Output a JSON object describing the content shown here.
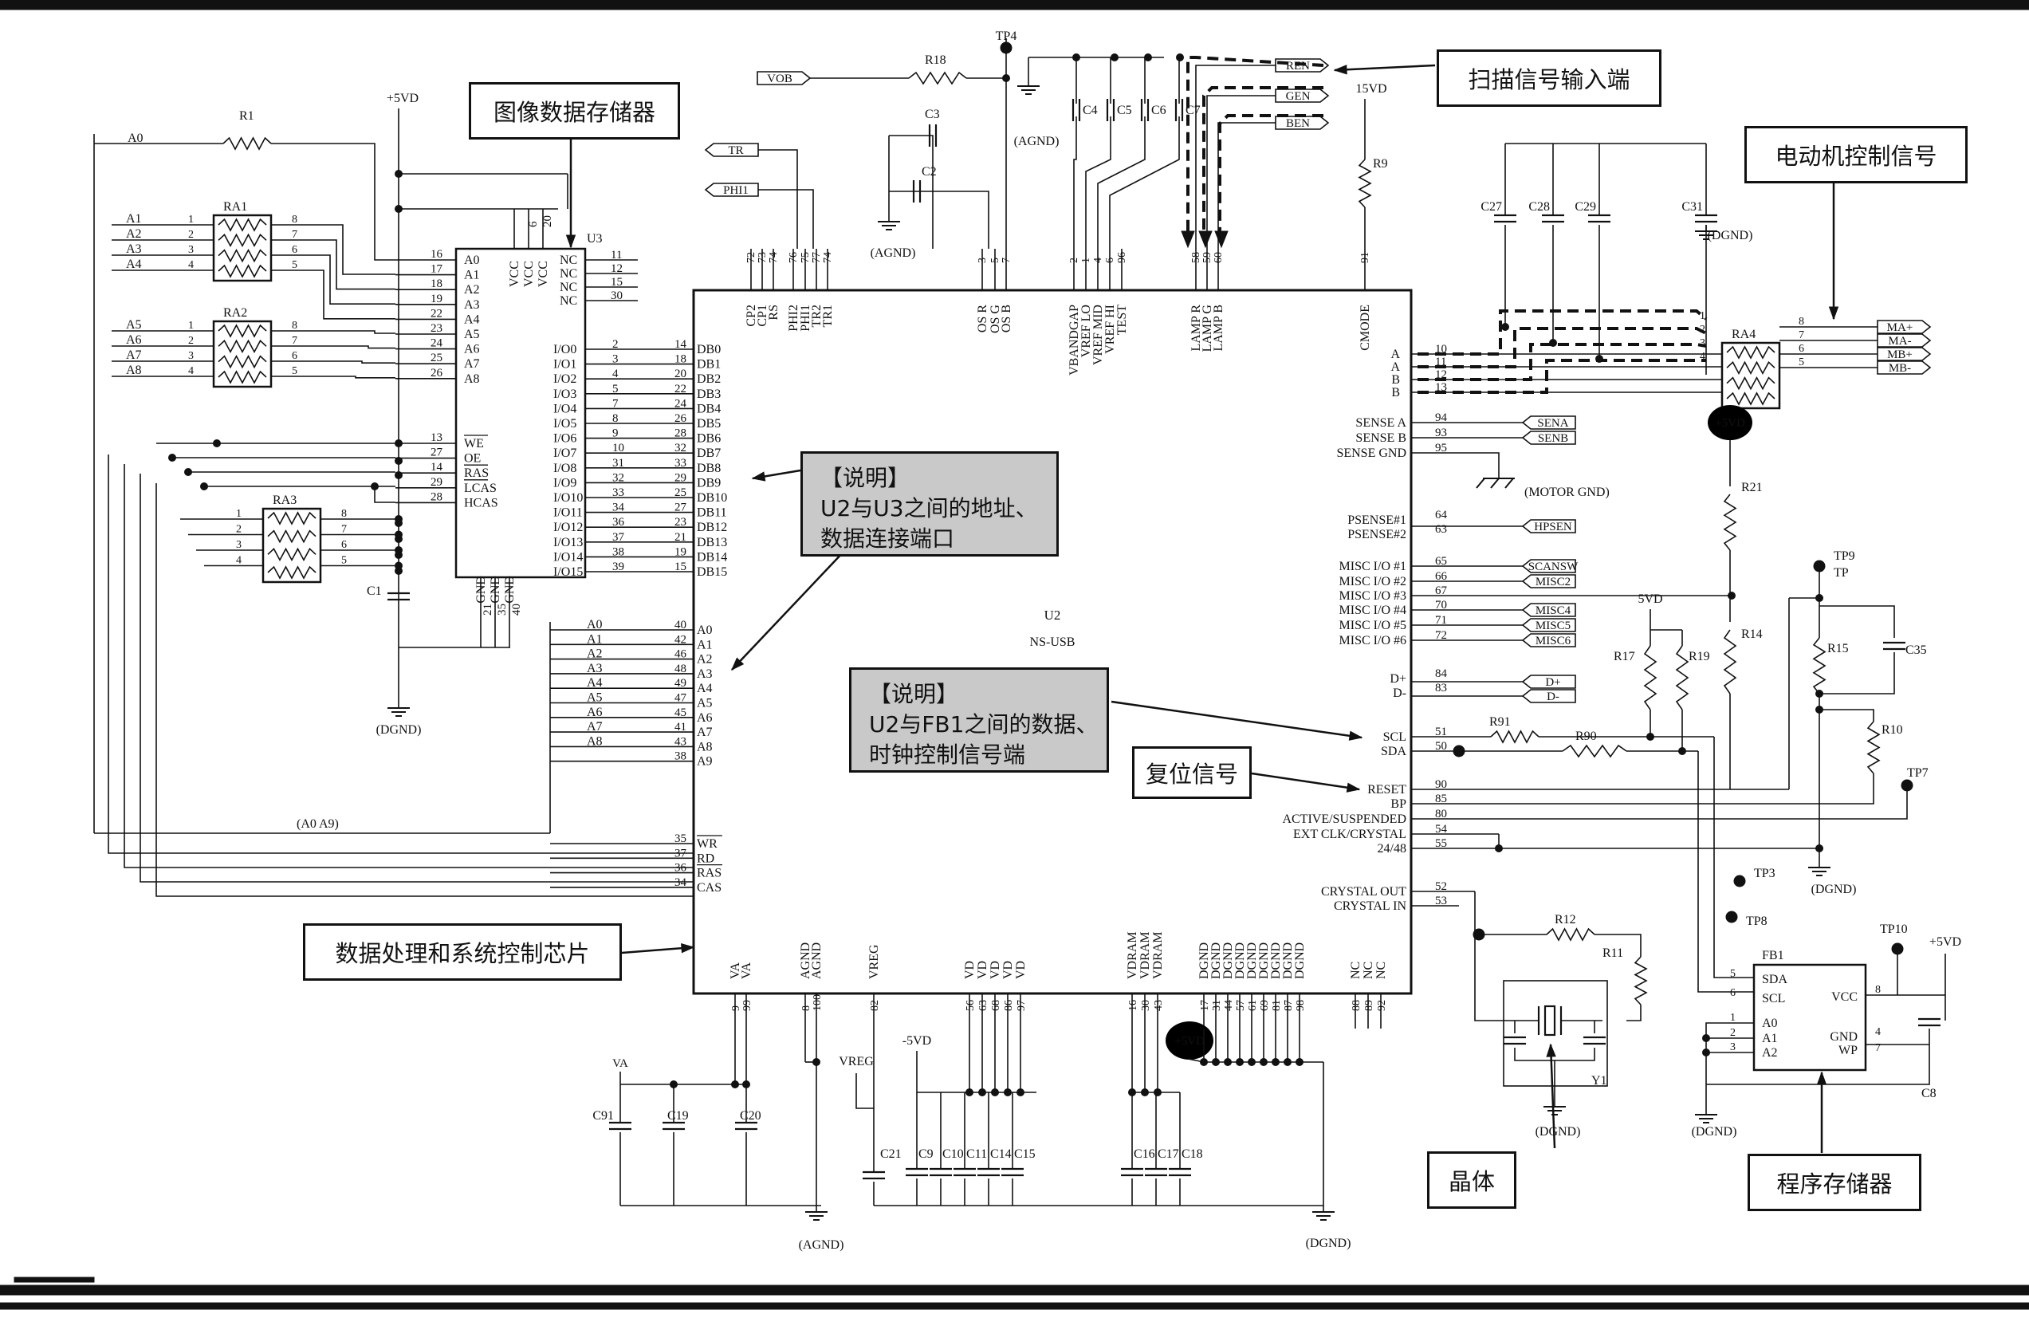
{
  "chips": {
    "u2": {
      "ref": "U2",
      "part": "NS-USB"
    },
    "u3": {
      "ref": "U3"
    },
    "fb1": {
      "ref": "FB1"
    },
    "y1": {
      "ref": "Y1"
    }
  },
  "callouts": {
    "image_memory": "图像数据存储器",
    "scan_input": "扫描信号输入端",
    "motor_ctrl": "电动机控制信号",
    "data_chip": "数据处理和系统控制芯片",
    "reset_signal": "复位信号",
    "crystal": "晶体",
    "program_memory": "程序存储器"
  },
  "notes": {
    "note1": {
      "title": "【说明】",
      "line1": "U2与U3之间的地址、",
      "line2": "数据连接端口"
    },
    "note2": {
      "title": "【说明】",
      "line1": "U2与FB1之间的数据、",
      "line2": "时钟控制信号端"
    }
  },
  "power": {
    "p5vd": "+5VD",
    "p15vd": "15VD",
    "p5vd_b": "5VD",
    "m5vd": "-5VD",
    "dgnd": "(DGND)",
    "agnd": "(AGND)",
    "motor_gnd": "(MOTOR GND)",
    "va": "VA",
    "vreg": "VREG",
    "tp": "TP"
  },
  "colors": {
    "ink": "#111111",
    "note_bg": "#c9c9c9",
    "paper": "#ffffff"
  },
  "u3_left_pins": [
    {
      "num": "16",
      "name": "A0"
    },
    {
      "num": "17",
      "name": "A1"
    },
    {
      "num": "18",
      "name": "A2"
    },
    {
      "num": "19",
      "name": "A3"
    },
    {
      "num": "22",
      "name": "A4"
    },
    {
      "num": "23",
      "name": "A5"
    },
    {
      "num": "24",
      "name": "A6"
    },
    {
      "num": "25",
      "name": "A7"
    },
    {
      "num": "26",
      "name": "A8"
    },
    {
      "num": "13",
      "name": "WE"
    },
    {
      "num": "27",
      "name": "OE"
    },
    {
      "num": "14",
      "name": "RAS"
    },
    {
      "num": "29",
      "name": "LCAS"
    },
    {
      "num": "28",
      "name": "HCAS"
    }
  ],
  "u3_io_pins": [
    {
      "name": "I/O0",
      "num": "2"
    },
    {
      "name": "I/O1",
      "num": "3"
    },
    {
      "name": "I/O2",
      "num": "4"
    },
    {
      "name": "I/O3",
      "num": "5"
    },
    {
      "name": "I/O4",
      "num": "7"
    },
    {
      "name": "I/O5",
      "num": "8"
    },
    {
      "name": "I/O6",
      "num": "9"
    },
    {
      "name": "I/O7",
      "num": "10"
    },
    {
      "name": "I/O8",
      "num": "31"
    },
    {
      "name": "I/O9",
      "num": "32"
    },
    {
      "name": "I/O10",
      "num": "33"
    },
    {
      "name": "I/O11",
      "num": "34"
    },
    {
      "name": "I/O12",
      "num": "36"
    },
    {
      "name": "I/O13",
      "num": "37"
    },
    {
      "name": "I/O14",
      "num": "38"
    },
    {
      "name": "I/O15",
      "num": "39"
    }
  ],
  "u3_nc_pins": [
    {
      "name": "NC",
      "num": "11"
    },
    {
      "name": "NC",
      "num": "12"
    },
    {
      "name": "NC",
      "num": "15"
    },
    {
      "name": "NC",
      "num": "30"
    }
  ],
  "u3_top_pins": [
    {
      "name": "VCC",
      "num": ""
    },
    {
      "name": "VCC",
      "num": "6"
    },
    {
      "name": "VCC",
      "num": "20"
    }
  ],
  "u3_gnd_pins": [
    {
      "name": "GND",
      "num": "21"
    },
    {
      "name": "GND",
      "num": "35"
    },
    {
      "name": "GND",
      "num": "40"
    }
  ],
  "u2_db_pins": [
    {
      "num": "14",
      "name": "DB0"
    },
    {
      "num": "18",
      "name": "DB1"
    },
    {
      "num": "20",
      "name": "DB2"
    },
    {
      "num": "22",
      "name": "DB3"
    },
    {
      "num": "24",
      "name": "DB4"
    },
    {
      "num": "26",
      "name": "DB5"
    },
    {
      "num": "28",
      "name": "DB6"
    },
    {
      "num": "32",
      "name": "DB7"
    },
    {
      "num": "33",
      "name": "DB8"
    },
    {
      "num": "29",
      "name": "DB9"
    },
    {
      "num": "25",
      "name": "DB10"
    },
    {
      "num": "27",
      "name": "DB11"
    },
    {
      "num": "23",
      "name": "DB12"
    },
    {
      "num": "21",
      "name": "DB13"
    },
    {
      "num": "19",
      "name": "DB14"
    },
    {
      "num": "15",
      "name": "DB15"
    }
  ],
  "u2_a_pins": [
    {
      "net": "A0",
      "num": "40",
      "name": "A0"
    },
    {
      "net": "A1",
      "num": "42",
      "name": "A1"
    },
    {
      "net": "A2",
      "num": "46",
      "name": "A2"
    },
    {
      "net": "A3",
      "num": "48",
      "name": "A3"
    },
    {
      "net": "A4",
      "num": "49",
      "name": "A4"
    },
    {
      "net": "A5",
      "num": "47",
      "name": "A5"
    },
    {
      "net": "A6",
      "num": "45",
      "name": "A6"
    },
    {
      "net": "A7",
      "num": "41",
      "name": "A7"
    },
    {
      "net": "A8",
      "num": "43",
      "name": "A8"
    },
    {
      "net": "",
      "num": "38",
      "name": "A9"
    }
  ],
  "bus_label": "(A0 A9)",
  "u2_ctrl_pins": [
    {
      "num": "35",
      "name": "WR"
    },
    {
      "num": "37",
      "name": "RD"
    },
    {
      "num": "36",
      "name": "RAS"
    },
    {
      "num": "34",
      "name": "CAS"
    }
  ],
  "u2_top_pins": [
    {
      "name": "CP2",
      "num": "72"
    },
    {
      "name": "CP1",
      "num": "73"
    },
    {
      "name": "RS",
      "num": "74"
    },
    {
      "name": "PHI2",
      "num": "76"
    },
    {
      "name": "PHI1",
      "num": "75"
    },
    {
      "name": "TR2",
      "num": "77"
    },
    {
      "name": "TR1",
      "num": "74"
    },
    {
      "name": "OS R",
      "num": "3"
    },
    {
      "name": "OS G",
      "num": "5"
    },
    {
      "name": "OS B",
      "num": "7"
    },
    {
      "name": "VBANDGAP",
      "num": "2"
    },
    {
      "name": "VREF LO",
      "num": "1"
    },
    {
      "name": "VREF MID",
      "num": "4"
    },
    {
      "name": "VREF HI",
      "num": "6"
    },
    {
      "name": "TEST",
      "num": "96"
    },
    {
      "name": "LAMP R",
      "num": "58"
    },
    {
      "name": "LAMP G",
      "num": "59"
    },
    {
      "name": "LAMP B",
      "num": "60"
    },
    {
      "name": "CMODE",
      "num": "91"
    }
  ],
  "u2_right_pins": [
    {
      "num": "10",
      "name": "A"
    },
    {
      "num": "11",
      "name": "A"
    },
    {
      "num": "12",
      "name": "B"
    },
    {
      "num": "13",
      "name": "B"
    },
    {
      "num": "94",
      "name": "SENSE A"
    },
    {
      "num": "93",
      "name": "SENSE B"
    },
    {
      "num": "95",
      "name": "SENSE GND"
    },
    {
      "num": "64",
      "name": "PSENSE#1"
    },
    {
      "num": "63",
      "name": "PSENSE#2"
    },
    {
      "num": "65",
      "name": "MISC I/O #1"
    },
    {
      "num": "66",
      "name": "MISC I/O #2"
    },
    {
      "num": "67",
      "name": "MISC I/O #3"
    },
    {
      "num": "70",
      "name": "MISC I/O #4"
    },
    {
      "num": "71",
      "name": "MISC I/O #5"
    },
    {
      "num": "72",
      "name": "MISC I/O #6"
    },
    {
      "num": "84",
      "name": "D+"
    },
    {
      "num": "83",
      "name": "D-"
    },
    {
      "num": "51",
      "name": "SCL"
    },
    {
      "num": "50",
      "name": "SDA"
    },
    {
      "num": "90",
      "name": "RESET"
    },
    {
      "num": "85",
      "name": "BP"
    },
    {
      "num": "80",
      "name": "ACTIVE/SUSPENDED"
    },
    {
      "num": "54",
      "name": "EXT CLK/CRYSTAL"
    },
    {
      "num": "55",
      "name": "24/48"
    },
    {
      "num": "52",
      "name": "CRYSTAL OUT"
    },
    {
      "num": "53",
      "name": "CRYSTAL IN"
    }
  ],
  "u2_bottom_pins": [
    {
      "name": "VA",
      "num": "9"
    },
    {
      "name": "VA",
      "num": "99"
    },
    {
      "name": "AGND",
      "num": "8"
    },
    {
      "name": "AGND",
      "num": "100"
    },
    {
      "name": "VREG",
      "num": "82"
    },
    {
      "name": "VD",
      "num": "56"
    },
    {
      "name": "VD",
      "num": "63"
    },
    {
      "name": "VD",
      "num": "68"
    },
    {
      "name": "VD",
      "num": "86"
    },
    {
      "name": "VD",
      "num": "97"
    },
    {
      "name": "VDRAM",
      "num": "16"
    },
    {
      "name": "VDRAM",
      "num": "30"
    },
    {
      "name": "VDRAM",
      "num": "43"
    },
    {
      "name": "DGND",
      "num": "17"
    },
    {
      "name": "DGND",
      "num": "31"
    },
    {
      "name": "DGND",
      "num": "44"
    },
    {
      "name": "DGND",
      "num": "57"
    },
    {
      "name": "DGND",
      "num": "61"
    },
    {
      "name": "DGND",
      "num": "69"
    },
    {
      "name": "DGND",
      "num": "81"
    },
    {
      "name": "DGND",
      "num": "87"
    },
    {
      "name": "DGND",
      "num": "98"
    },
    {
      "name": "NC",
      "num": "88"
    },
    {
      "name": "NC",
      "num": "89"
    },
    {
      "name": "NC",
      "num": "92"
    }
  ],
  "connectors": {
    "vob": "VOB",
    "tr": "TR",
    "phi1": "PHI1",
    "ren": "REN",
    "gen": "GEN",
    "ben": "BEN",
    "ma_p": "MA+",
    "ma_m": "MA-",
    "mb_p": "MB+",
    "mb_m": "MB-",
    "sena": "SENA",
    "senb": "SENB",
    "hpsen": "HPSEN",
    "scansw": "SCANSW",
    "misc2": "MISC2",
    "misc4": "MISC4",
    "misc5": "MISC5",
    "misc6": "MISC6",
    "dp": "D+",
    "dm": "D-"
  },
  "ra_packs": [
    {
      "ref": "RA1",
      "left": [
        "A1",
        "A2",
        "A3",
        "A4"
      ]
    },
    {
      "ref": "RA2",
      "left": [
        "A5",
        "A6",
        "A7",
        "A8"
      ]
    },
    {
      "ref": "RA3",
      "left": []
    },
    {
      "ref": "RA4",
      "left": []
    }
  ],
  "ra_pin_left": [
    "1",
    "2",
    "3",
    "4"
  ],
  "ra_pin_right": [
    "8",
    "7",
    "6",
    "5"
  ],
  "nets": {
    "a0": "A0"
  },
  "resistors": {
    "r1": "R1",
    "r18": "R18",
    "r9": "R9",
    "r21": "R21",
    "r14": "R14",
    "r15": "R15",
    "r10": "R10",
    "r17": "R17",
    "r19": "R19",
    "r91": "R91",
    "r90": "R90",
    "r12": "R12",
    "r11": "R11"
  },
  "caps": {
    "c1": "C1",
    "c2": "C2",
    "c3": "C3",
    "c4": "C4",
    "c5": "C5",
    "c6": "C6",
    "c7": "C7",
    "c27": "C27",
    "c28": "C28",
    "c29": "C29",
    "c31": "C31",
    "c35": "C35",
    "c8": "C8",
    "c9a": "C91",
    "c19": "C19",
    "c20": "C20",
    "c21": "C21",
    "c9": "C9",
    "c10": "C10",
    "c11": "C11",
    "c14": "C14",
    "c15": "C15",
    "c16": "C16",
    "c17": "C17",
    "c18": "C18"
  },
  "test_points": {
    "tp4": "TP4",
    "tp9": "TP9",
    "tp7": "TP7",
    "tp3": "TP3",
    "tp8": "TP8",
    "tp10": "TP10"
  },
  "fb1_pins": {
    "sda": {
      "num": "5",
      "name": "SDA"
    },
    "scl": {
      "num": "6",
      "name": "SCL"
    },
    "a0": {
      "num": "1",
      "name": "A0"
    },
    "a1": {
      "num": "2",
      "name": "A1"
    },
    "a2": {
      "num": "3",
      "name": "A2"
    },
    "vcc": {
      "num": "8",
      "name": "VCC"
    },
    "gnd": {
      "num": "4",
      "name": "GND"
    },
    "wp": {
      "num": "7",
      "name": "WP"
    }
  }
}
